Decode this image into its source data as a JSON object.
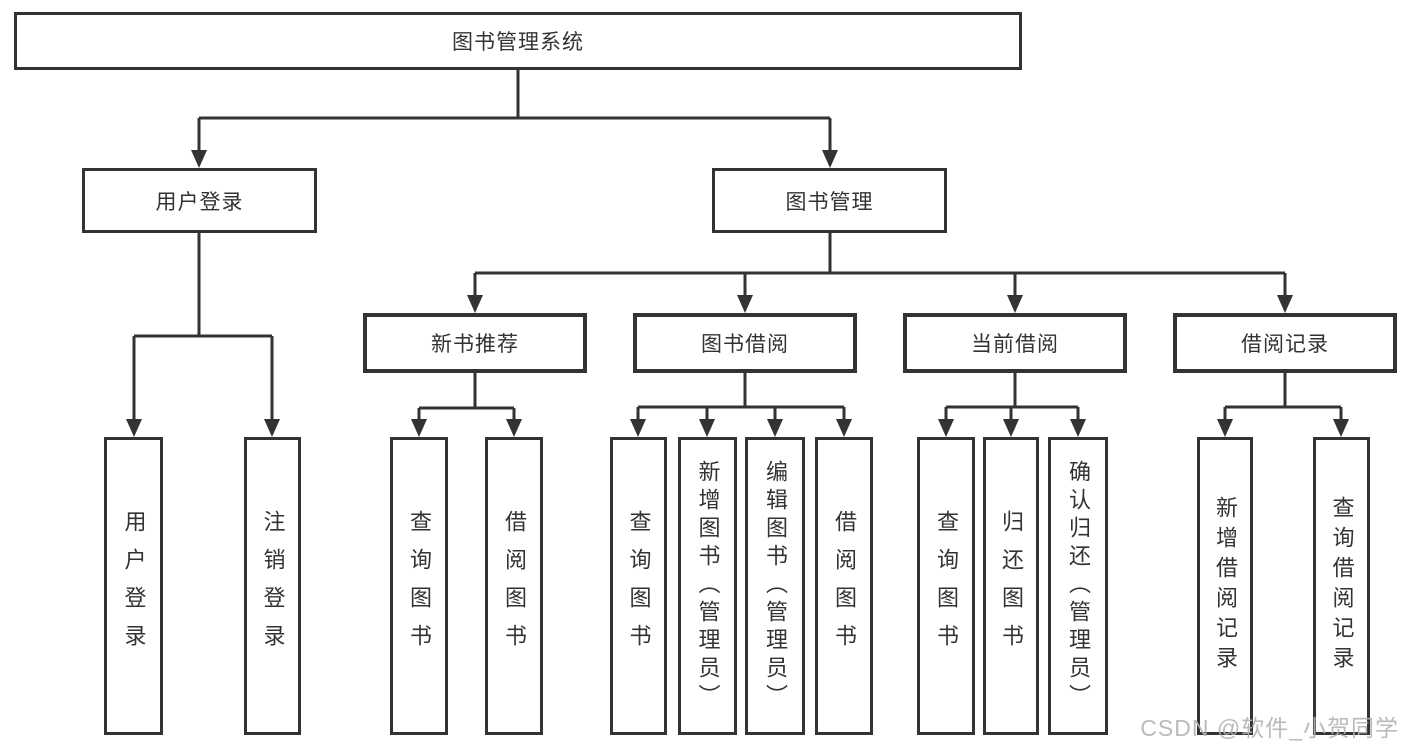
{
  "diagram": {
    "type": "hierarchy-tree",
    "title": "图书管理系统"
  },
  "nodes": {
    "root": {
      "label": "图书管理系统"
    },
    "user_login": {
      "label": "用户登录"
    },
    "book_mgmt": {
      "label": "图书管理"
    },
    "user_login_sub": {
      "label": "用户登录"
    },
    "logout": {
      "label": "注销登录"
    },
    "new_book_rec": {
      "label": "新书推荐"
    },
    "book_borrow": {
      "label": "图书借阅"
    },
    "current_borrow": {
      "label": "当前借阅"
    },
    "borrow_records": {
      "label": "借阅记录"
    },
    "nbr_query": {
      "label": "查询图书"
    },
    "nbr_borrow": {
      "label": "借阅图书"
    },
    "bb_query": {
      "label": "查询图书"
    },
    "bb_add": {
      "label": "新增图书（管理员）"
    },
    "bb_edit": {
      "label": "编辑图书（管理员）"
    },
    "bb_borrow": {
      "label": "借阅图书"
    },
    "cb_query": {
      "label": "查询图书"
    },
    "cb_return": {
      "label": "归还图书"
    },
    "cb_confirm": {
      "label": "确认归还（管理员）"
    },
    "br_add": {
      "label": "新增借阅记录"
    },
    "br_query": {
      "label": "查询借阅记录"
    }
  },
  "structure": [
    {
      "parent": "图书管理系统",
      "children": [
        "用户登录",
        "图书管理"
      ]
    },
    {
      "parent": "用户登录",
      "children": [
        "用户登录",
        "注销登录"
      ]
    },
    {
      "parent": "图书管理",
      "children": [
        "新书推荐",
        "图书借阅",
        "当前借阅",
        "借阅记录"
      ]
    },
    {
      "parent": "新书推荐",
      "children": [
        "查询图书",
        "借阅图书"
      ]
    },
    {
      "parent": "图书借阅",
      "children": [
        "查询图书",
        "新增图书（管理员）",
        "编辑图书（管理员）",
        "借阅图书"
      ]
    },
    {
      "parent": "当前借阅",
      "children": [
        "查询图书",
        "归还图书",
        "确认归还（管理员）"
      ]
    },
    {
      "parent": "借阅记录",
      "children": [
        "新增借阅记录",
        "查询借阅记录"
      ]
    }
  ],
  "watermark": {
    "text": "CSDN @软件_小贺同学"
  },
  "colors": {
    "line": "#333333",
    "box_background": "#ffffff",
    "watermark": "#b2b2b2"
  }
}
